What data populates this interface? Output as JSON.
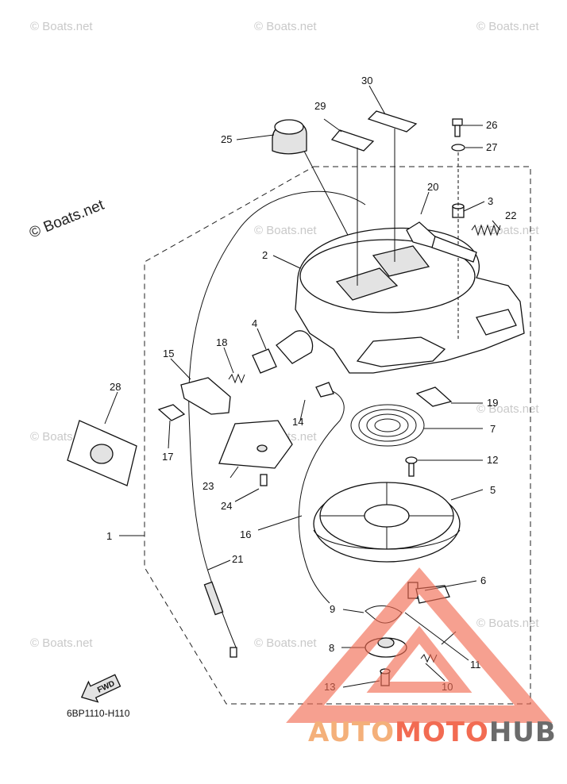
{
  "diagram": {
    "drawing_code": "6BP1110-H110",
    "fwd_label": "FWD",
    "watermark": "© Boats.net",
    "brand": {
      "part1": "AUTO",
      "part2": "MOTO",
      "part3": "HUB",
      "color_part1": "#f4b07a",
      "color_part2": "#f26b52",
      "color_part3": "#6b6b6b"
    },
    "callouts": [
      "1",
      "2",
      "3",
      "4",
      "5",
      "6",
      "7",
      "8",
      "9",
      "10",
      "11",
      "12",
      "13",
      "14",
      "15",
      "16",
      "17",
      "18",
      "19",
      "20",
      "21",
      "22",
      "23",
      "24",
      "25",
      "26",
      "27",
      "28",
      "29",
      "30"
    ]
  }
}
